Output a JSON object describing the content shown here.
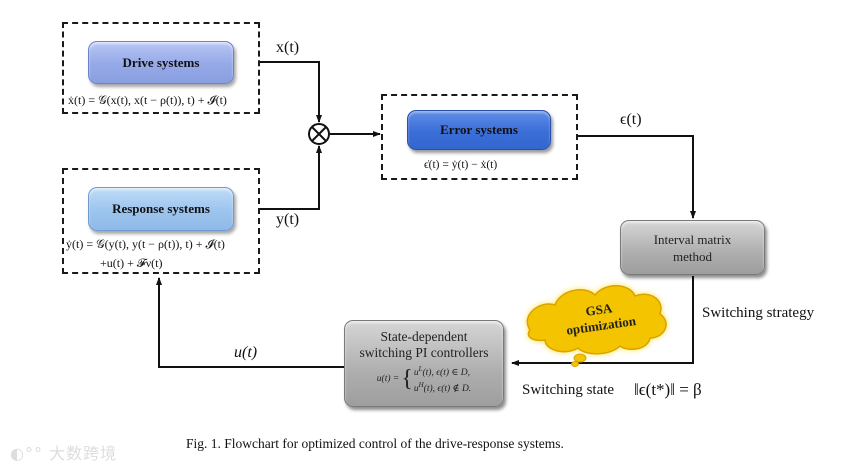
{
  "diagram": {
    "blocks": {
      "drive": {
        "label": "Drive systems",
        "equation": "ẋ(t) = 𝒢(x(t), x(t − ρ(t)), t) + 𝓘(t)",
        "color": "#95a9e8"
      },
      "response": {
        "label": "Response systems",
        "equation_line1": "ẏ(t) = 𝒢(y(t), y(t − ρ(t)), t) + 𝓘(t)",
        "equation_line2": "+u(t) + 𝓕ν(t)",
        "color": "#9cc4ee"
      },
      "error": {
        "label": "Error systems",
        "equation": "ϵ̇(t) = ẏ(t) − ẋ(t)",
        "color": "#3c6ed8"
      },
      "interval": {
        "label_line1": "Interval matrix",
        "label_line2": "method",
        "color": "#aeaeae"
      },
      "controller": {
        "label_line1": "State-dependent",
        "label_line2": "switching PI controllers",
        "eq_lhs": "u(t) =",
        "eq_case1": "u^L(t), ϵ(t) ∈ D,",
        "eq_case2": "u^H(t), ϵ(t) ∉ D.",
        "color": "#aeaeae"
      },
      "gsa": {
        "label_line1": "GSA",
        "label_line2": "optimization",
        "color": "#f5c400"
      }
    },
    "signals": {
      "x": "x(t)",
      "y": "y(t)",
      "epsilon": "ϵ(t)",
      "u": "u(t)",
      "switching_strategy": "Switching strategy",
      "switching_state": "Switching state",
      "switching_state_eq": "‖ϵ(t*)‖ = β"
    },
    "junction_symbol": "⊗"
  },
  "caption": "Fig. 1.  Flowchart for optimized control of the drive-response systems.",
  "watermark": "大数跨境"
}
